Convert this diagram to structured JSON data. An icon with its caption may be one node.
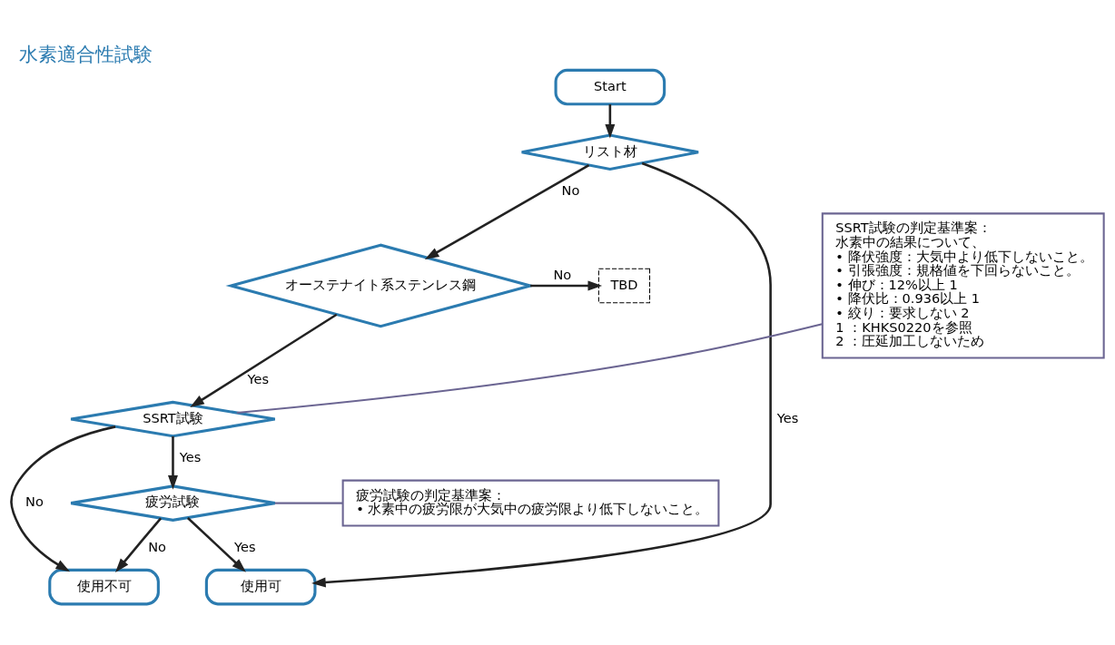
{
  "diagram": {
    "title": "水素適合性試験",
    "nodes": [
      {
        "text": [
          "Start"
        ]
      },
      {
        "text": [
          "リスト材"
        ]
      },
      {
        "text": [
          "オーステナイト系ステンレス鋼"
        ]
      },
      {
        "text": [
          "TBD"
        ]
      },
      {
        "text": [
          "SSRT試験"
        ]
      },
      {
        "text": [
          "疲労試験"
        ]
      },
      {
        "text": [
          "使用可"
        ]
      },
      {
        "text": [
          "使用不可"
        ]
      },
      {
        "text": [
          "SSRT試験の判定基準案：",
          "水素中の結果について、",
          "• 降伏強度：大気中より低下しないこと。",
          "• 引張強度：規格値を下回らないこと。",
          "• 伸び：12%以上 1",
          "• 降伏比：0.936以上 1",
          "• 絞り：要求しない 2",
          "1 ：KHKS0220を参照",
          "2 ：圧延加工しないため"
        ]
      },
      {
        "text": [
          "疲労試験の判定基準案：",
          "• 水素中の疲労限が大気中の疲労限より低下しないこと。"
        ]
      }
    ],
    "edges": [
      {
        "from": 0,
        "to": 1,
        "arrow": "to"
      },
      {
        "from": 1,
        "to": 2,
        "arrow": "to",
        "label": "No"
      },
      {
        "from": 1,
        "to": 6,
        "arrow": "to",
        "label": "Yes"
      },
      {
        "from": 2,
        "to": 3,
        "arrow": "to",
        "label": "No"
      },
      {
        "from": 2,
        "to": 4,
        "arrow": "to",
        "label": "Yes"
      },
      {
        "from": 4,
        "to": 7,
        "arrow": "to",
        "label": "No"
      },
      {
        "from": 4,
        "to": 5,
        "arrow": "to",
        "label": "Yes"
      },
      {
        "from": 5,
        "to": 7,
        "arrow": "to",
        "label": "No"
      },
      {
        "from": 5,
        "to": 6,
        "arrow": "to",
        "label": "Yes"
      },
      {
        "from": 8,
        "to": 4,
        "arrow": "none",
        "color": "#6b6592"
      },
      {
        "from": 9,
        "to": 5,
        "arrow": "none",
        "color": "#6b6592"
      }
    ]
  }
}
